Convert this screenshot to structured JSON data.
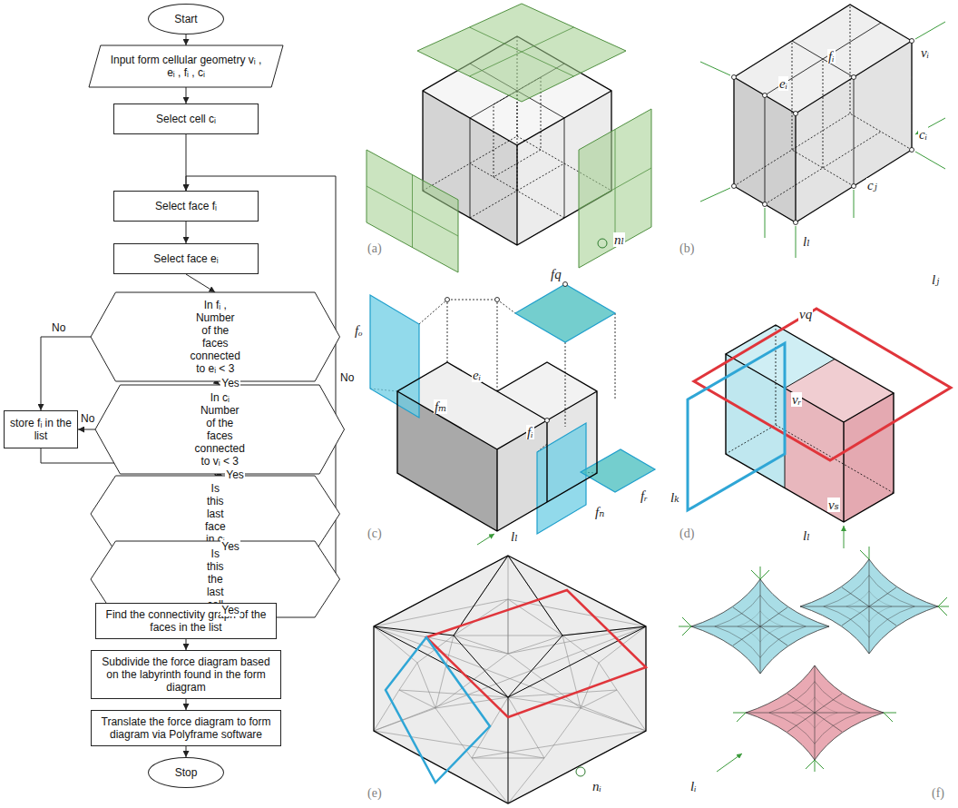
{
  "diagram": {
    "nodes": [
      {
        "text": [
          "Start"
        ]
      },
      {
        "text": [
          "Input form cellular geometry vᵢ , eᵢ , fᵢ , cᵢ"
        ]
      },
      {
        "text": [
          "Select cell cᵢ"
        ]
      },
      {
        "text": [
          "Select face fᵢ"
        ]
      },
      {
        "text": [
          "Select face eᵢ"
        ]
      },
      {
        "text": [
          "In fᵢ , Number of the faces connected to eᵢ < 3"
        ]
      },
      {
        "text": [
          "store fᵢ in the list"
        ]
      },
      {
        "text": [
          "In cᵢ Number of the faces connected to vᵢ < 3"
        ]
      },
      {
        "text": [
          "Is this last face in cᵢ"
        ]
      },
      {
        "text": [
          "Is this the last cell"
        ]
      },
      {
        "text": [
          "Find the connectivity graph of the faces in the list"
        ]
      },
      {
        "text": [
          "Subdivide the force diagram based on the labyrinth found in the form diagram"
        ]
      },
      {
        "text": [
          "Translate the force diagram to form diagram via Polyframe software"
        ]
      },
      {
        "text": [
          "Stop"
        ]
      }
    ],
    "edges": [
      {
        "from": 0,
        "to": 1,
        "arrow": "to"
      },
      {
        "from": 1,
        "to": 2,
        "arrow": "to"
      },
      {
        "from": 2,
        "to": 3,
        "arrow": "to"
      },
      {
        "from": 3,
        "to": 4,
        "arrow": "to"
      },
      {
        "from": 4,
        "to": 5,
        "arrow": "to"
      },
      {
        "from": 5,
        "to": 7,
        "label": "Yes",
        "arrow": "to"
      },
      {
        "from": 5,
        "to": 6,
        "label": "No",
        "arrow": "to"
      },
      {
        "from": 7,
        "to": 6,
        "label": "No",
        "arrow": "to"
      },
      {
        "from": 7,
        "to": 8,
        "label": "Yes",
        "arrow": "to"
      },
      {
        "from": 6,
        "to": 8,
        "arrow": "to"
      },
      {
        "from": 8,
        "to": 9,
        "label": "Yes",
        "arrow": "to"
      },
      {
        "from": 9,
        "to": 3,
        "label": "No",
        "arrow": "to"
      },
      {
        "from": 9,
        "to": 10,
        "label": "Yes",
        "arrow": "to"
      },
      {
        "from": 10,
        "to": 11,
        "arrow": "to"
      },
      {
        "from": 11,
        "to": 12,
        "arrow": "to"
      },
      {
        "from": 12,
        "to": 13,
        "arrow": "to"
      }
    ],
    "labels": [
      "nₗ",
      "(a)",
      "vᵢ",
      "eᵢ",
      "fᵢ",
      "cᵢ",
      "cⱼ",
      "lₗ",
      "(b)",
      "fq",
      "fₒ",
      "eᵢ",
      "fₘ",
      "fᵢ",
      "fᵣ",
      "fₙ",
      "lₗ",
      "(c)",
      "lⱼ",
      "vq",
      "vᵣ",
      "lₖ",
      "vₛ",
      "lₗ",
      "(d)",
      "nᵢ",
      "(e)",
      "lᵢ",
      "(f)"
    ]
  }
}
